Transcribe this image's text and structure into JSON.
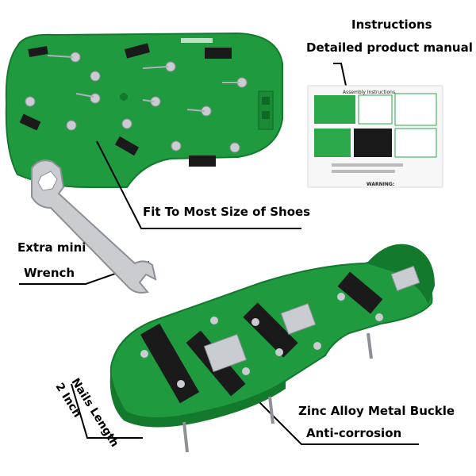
{
  "labels": {
    "instructions": "Instructions",
    "manual": "Detailed product manual",
    "fit": "Fit To Most Size of Shoes",
    "extra_mini": "Extra mini",
    "wrench": "Wrench",
    "nails_length": "Nails Length",
    "two_inch": "2 Inch",
    "zinc": "Zinc Alloy Metal Buckle",
    "anti": "Anti-corrosion"
  },
  "manual": {
    "title": "Assembly Instructions",
    "warning": "WARNING:"
  },
  "colors": {
    "sole_green": "#1f9a3f",
    "sole_dark": "#137a2d",
    "strap_black": "#1a1a1a",
    "metal": "#c9ccd0"
  }
}
